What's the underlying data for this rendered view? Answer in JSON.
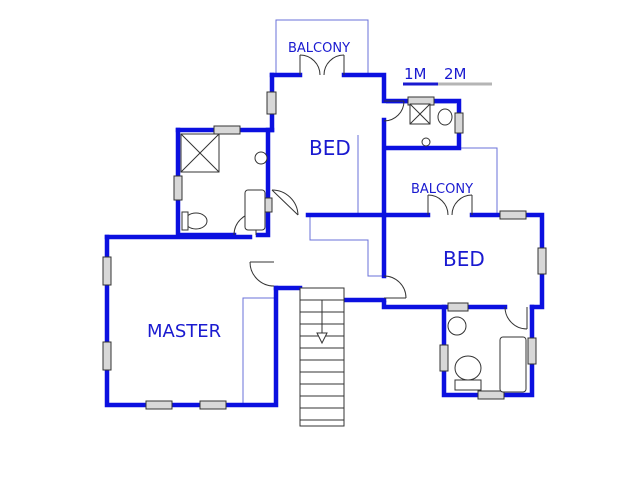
{
  "rooms": {
    "balcony_top": "BALCONY",
    "bed_top": "BED",
    "balcony_right": "BALCONY",
    "bed_right": "BED",
    "master": "MASTER"
  },
  "scale": {
    "label_1m": "1M",
    "label_2m": "2M"
  },
  "colors": {
    "wall": "#0b10e0",
    "label": "#1a1ad0",
    "scale_bar_dark": "#1a1ad0",
    "scale_bar_light": "#b5b5b5"
  }
}
